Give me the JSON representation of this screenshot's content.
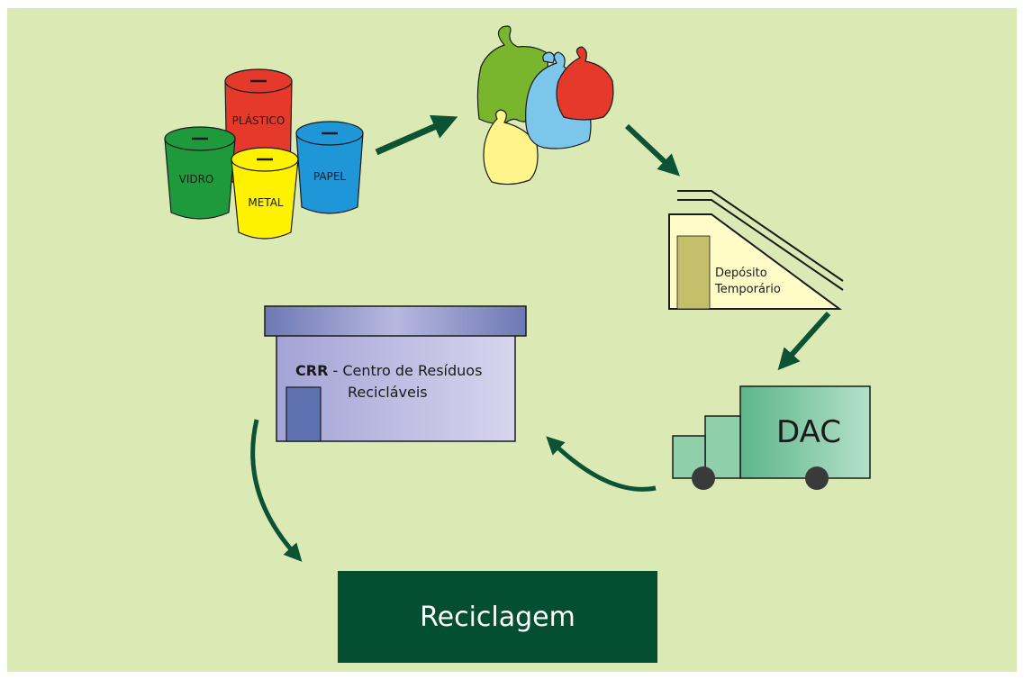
{
  "colors": {
    "background": "#dbe9b5",
    "arrow": "#0c5234",
    "vidro": "#1e9a3c",
    "plastico": "#e5392c",
    "metal": "#fff200",
    "papel": "#1e96d8",
    "reciclagem_box": "#044f32"
  },
  "bins": {
    "vidro": "VIDRO",
    "plastico": "PLÁSTICO",
    "metal": "METAL",
    "papel": "PAPEL"
  },
  "deposit": {
    "line1": "Depósito",
    "line2": "Temporário"
  },
  "crr": {
    "abbr": "CRR",
    "line1_rest": " - Centro de Resíduos",
    "line2": "Recicláveis"
  },
  "truck": {
    "label": "DAC"
  },
  "final": {
    "label": "Reciclagem"
  }
}
